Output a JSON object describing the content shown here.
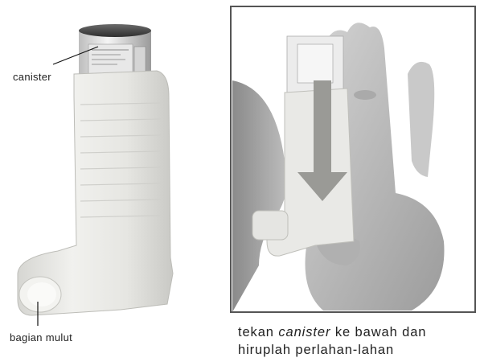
{
  "labels": {
    "canister": "canister",
    "mouthpiece": "bagian mulut"
  },
  "caption": {
    "part1": "tekan ",
    "emphasis": "canister",
    "part2": " ke bawah dan",
    "line2": "hiruplah perlahan-lahan"
  },
  "colors": {
    "inhaler_body": "#e9e9e6",
    "arrow": "#9a9a96",
    "frame": "#555555"
  }
}
